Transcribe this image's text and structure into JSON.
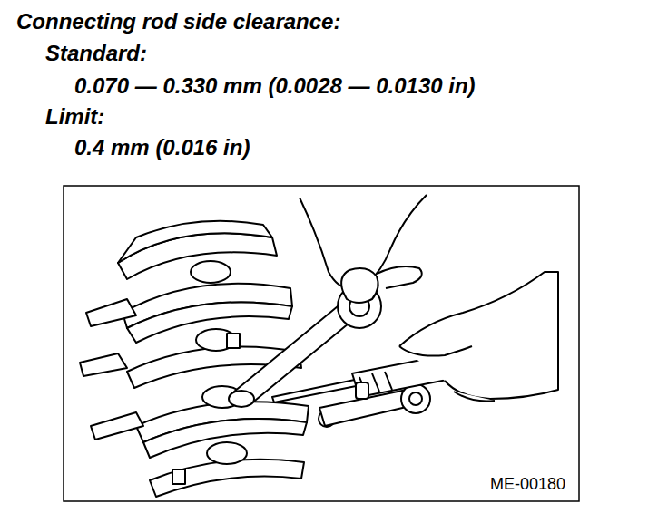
{
  "diagram": {
    "title": "Connecting rod side clearance:",
    "labels": [
      "Standard:",
      "0.070 — 0.330 mm (0.0028 — 0.0130 in)",
      "Limit:",
      "0.4 mm (0.016 in)",
      "ME-00180"
    ]
  }
}
